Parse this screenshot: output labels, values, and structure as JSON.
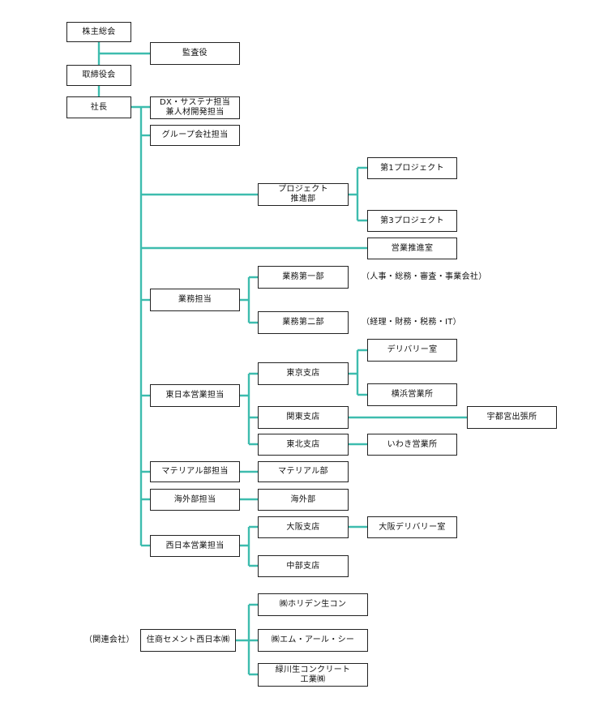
{
  "boxes": {
    "shareholders_meeting": "株主総会",
    "auditors": "監査役",
    "board": "取締役会",
    "president": "社長",
    "dx_line1": "DX・サステナ担当",
    "dx_line2": "兼人材開発担当",
    "group_companies": "グループ会社担当",
    "project_line1": "プロジェクト",
    "project_line2": "推進部",
    "project_1": "第1プロジェクト",
    "project_3": "第3プロジェクト",
    "sales_promotion": "営業推進室",
    "business_affairs": "業務担当",
    "business_dept_1": "業務第一部",
    "business_dept_2": "業務第二部",
    "east_japan": "東日本営業担当",
    "tokyo_branch": "東京支店",
    "delivery_room": "デリバリー室",
    "yokohama_office": "横浜営業所",
    "kanto_branch": "関東支店",
    "utsunomiya_office": "宇都宮出張所",
    "tohoku_branch": "東北支店",
    "iwaki_office": "いわき営業所",
    "material_charge": "マテリアル部担当",
    "material_dept": "マテリアル部",
    "overseas_charge": "海外部担当",
    "overseas_dept": "海外部",
    "west_japan": "西日本営業担当",
    "osaka_branch": "大阪支店",
    "osaka_delivery": "大阪デリバリー室",
    "chubu_branch": "中部支店",
    "sumisho_cement": "住商セメント西日本㈱",
    "horiden": "㈱ホリデン生コン",
    "mrc": "㈱エム・アール・シー",
    "ryokusen_line1": "緑川生コンクリート",
    "ryokusen_line2": "工業㈱"
  },
  "notes": {
    "dept_1_scope": "（人事・総務・審査・事業会社）",
    "dept_2_scope": "（経理・財務・税務・IT）",
    "affiliates": "（関連会社）"
  },
  "colors": {
    "connector": "#3dbcae",
    "border": "#222222"
  }
}
